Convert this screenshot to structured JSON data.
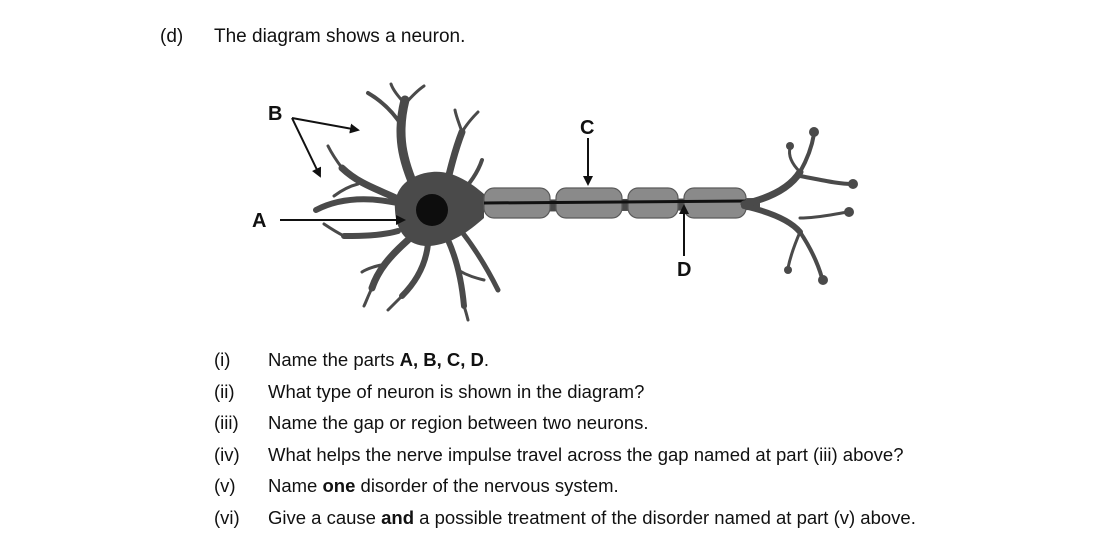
{
  "question": {
    "label": "(d)",
    "intro": "The diagram shows a neuron."
  },
  "diagram": {
    "labels": {
      "A": "A",
      "B": "B",
      "C": "C",
      "D": "D"
    },
    "colors": {
      "cell": "#4a4a4a",
      "myelin": "#8a8a8a",
      "nucleus": "#0d0d0d"
    }
  },
  "sub_questions": [
    {
      "num": "(i)",
      "pre": "Name the parts ",
      "bold": "A, B, C, D",
      "post": "."
    },
    {
      "num": "(ii)",
      "pre": "What type of neuron is shown in the diagram?",
      "bold": "",
      "post": ""
    },
    {
      "num": "(iii)",
      "pre": "Name the gap or region between two neurons.",
      "bold": "",
      "post": ""
    },
    {
      "num": "(iv)",
      "pre": "What helps the nerve impulse travel across the gap named at part (iii) above?",
      "bold": "",
      "post": ""
    },
    {
      "num": "(v)",
      "pre": "Name ",
      "bold": "one",
      "post": " disorder of the nervous system."
    },
    {
      "num": "(vi)",
      "pre": "Give a cause ",
      "bold": "and",
      "post": " a possible treatment of the disorder named at part (v) above."
    }
  ]
}
